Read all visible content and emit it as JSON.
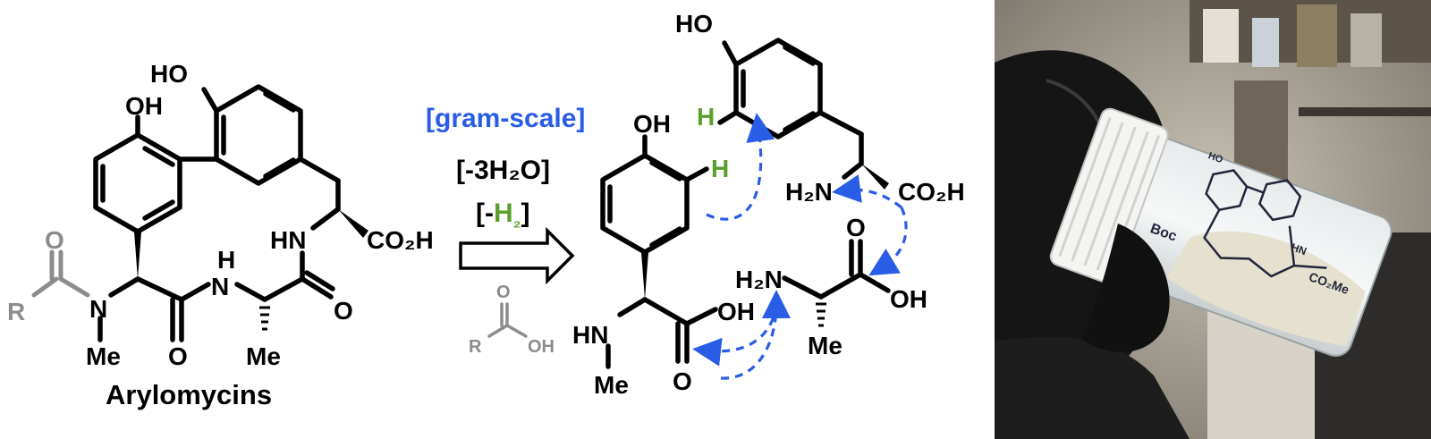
{
  "colors": {
    "blue": "#2a5de6",
    "green": "#5aa02c",
    "gray": "#8c8c8c",
    "black": "#000000"
  },
  "product": {
    "title": "Arylomycins",
    "labels": {
      "oh_top": "OH",
      "ho_top": "HO",
      "nh": "HN",
      "co2h": "CO₂H",
      "h": "H",
      "n_top": "N",
      "o": "O",
      "me": "Me",
      "r": "R"
    }
  },
  "conditions": {
    "scale": "[gram-scale]",
    "water": "[-3H₂O]",
    "hydrogen_open": "[-",
    "hydrogen_h": "H",
    "hydrogen_sub": "₂",
    "hydrogen_close": "]",
    "acid": {
      "r": "R",
      "o": "O",
      "oh": "OH"
    }
  },
  "reagents": {
    "tyrosine": {
      "ho": "HO",
      "h": "H",
      "h2n": "H₂N",
      "co2h": "CO₂H"
    },
    "phenylglycine": {
      "oh": "OH",
      "h": "H",
      "hn": "HN",
      "me": "Me",
      "oh_acid": "OH",
      "o": "O"
    },
    "alanine": {
      "h2n": "H₂N",
      "o": "O",
      "oh": "OH",
      "me": "Me"
    }
  },
  "photo": {
    "vial_label": {
      "ho": "HO",
      "boc": "Boc",
      "nh": "HN",
      "co2me": "CO₂Me"
    }
  }
}
